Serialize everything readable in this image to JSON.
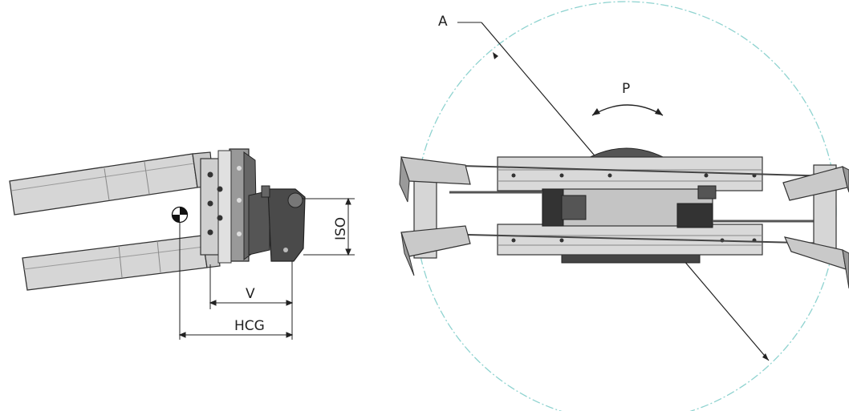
{
  "labels": {
    "hcg": "HCG",
    "v": "V",
    "iso": "ISO",
    "a": "A",
    "p": "P"
  },
  "colors": {
    "line": "#222222",
    "metal_light": "#d9d9d9",
    "metal_mid": "#b8b8b8",
    "metal_dark": "#555555",
    "circle": "#8fd3d0"
  }
}
